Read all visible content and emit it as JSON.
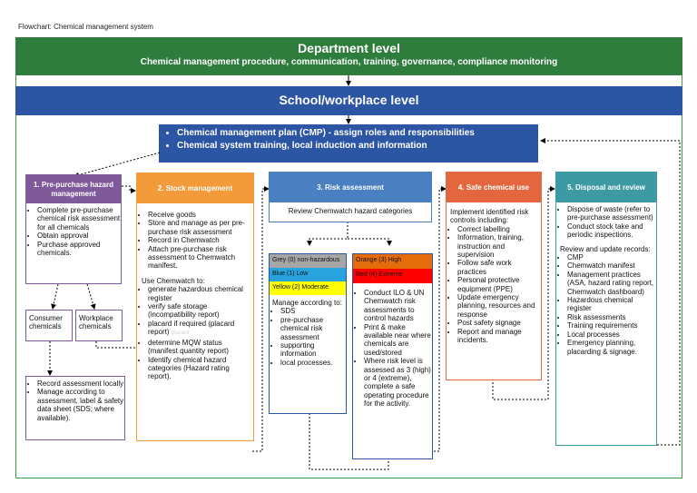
{
  "title": "Flowchart: Chemical management system",
  "department": {
    "heading": "Department level",
    "subheading": "Chemical management procedure, communication, training, governance, compliance monitoring"
  },
  "school": {
    "heading": "School/workplace level"
  },
  "cmp": {
    "items": [
      "Chemical management plan (CMP) - assign roles and responsibilities",
      "Chemical system training, local induction and information"
    ]
  },
  "pre_purchase": {
    "header": "1. Pre-purchase hazard management",
    "items": [
      "Complete pre-purchase chemical risk assessment for all chemicals",
      "Obtain approval",
      "Purchase approved chemicals."
    ]
  },
  "consumer": {
    "label": "Consumer chemicals"
  },
  "workplace": {
    "label": "Workplace chemicals"
  },
  "record": {
    "items": [
      "Record assessment locally",
      "Manage according to assessment, label & safety data sheet (SDS; where available)."
    ]
  },
  "stock": {
    "header": "2. Stock management",
    "items": [
      "Receive goods",
      "Store and manage as per pre-purchase risk assessment",
      "Record in Chemwatch",
      "Attach pre-purchase risk assessment to Chemwatch manifest."
    ],
    "use_title": "Use Chemwatch to:",
    "use_items": [
      "generate hazardous chemical register",
      "verify safe storage (incompatibility report)",
      "placard if required (placard report)",
      "determine MQW status (manifest quantity report)",
      "Identify chemical hazard categories (Hazard rating report)."
    ],
    "ghost": "placard"
  },
  "risk": {
    "header": "3. Risk assessment",
    "review": "Review Chemwatch hazard categories",
    "low": {
      "cats": [
        "Grey (0) non-hazardous",
        "Blue (1) Low",
        "Yellow (2) Moderate"
      ],
      "manage": "Manage according to:",
      "items": [
        "SDS",
        "pre-purchase chemical risk assessment",
        "supporting information",
        "local processes."
      ]
    },
    "high": {
      "cats": [
        "Orange (3) High",
        "Red (4) Extreme"
      ],
      "items": [
        "Conduct ILO & UN Chemwatch risk assessments to control hazards",
        "Print & make available near where chemicals are used/stored",
        "Where risk level is assessed as 3 (high) or 4 (extreme), complete a safe operating procedure for the activity."
      ]
    }
  },
  "safe_use": {
    "header": "4. Safe chemical use",
    "intro": "Implement identified risk controls including:",
    "items": [
      "Correct labelling",
      "Information, training, instruction and supervision",
      "Follow safe work practices",
      "Personal protective equipment (PPE)",
      "Update emergency planning, resources and response",
      "Post safety signage",
      "Report and manage incidents."
    ]
  },
  "disposal": {
    "header": "5. Disposal and review",
    "items": [
      "Dispose of waste (refer to pre-purchase assessment)",
      "Conduct stock take and periodic inspections."
    ],
    "review_title": "Review and update records:",
    "review_items": [
      "CMP",
      "Chemwatch manifest",
      "Management practices (ASA, hazard rating report, Chemwatch dashboard)",
      "Hazardous chemical register",
      "Risk assessments",
      "Training requirements",
      "Local processes",
      "Emergency planning, placarding & signage."
    ]
  },
  "colors": {
    "dept": "#2f7d3c",
    "school": "#2c55a3",
    "pre": "#7e5a9b",
    "stock": "#f39a3a",
    "risk": "#4a7fc1",
    "safe": "#e4663e",
    "disposal": "#3d9aa2",
    "grey": "#a6a6a6",
    "blue": "#29a3dd",
    "yellow": "#ffff00",
    "orange": "#e46c0a",
    "red": "#ff0000"
  }
}
